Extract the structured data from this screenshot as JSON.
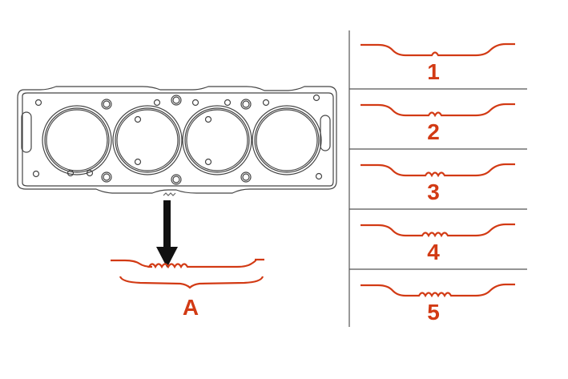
{
  "colors": {
    "profile": "#d23a14",
    "line": "#333333",
    "gasket": "#444444",
    "arrow": "#111111"
  },
  "detail_label": "A",
  "variants": [
    {
      "label": "1",
      "bumps": 1
    },
    {
      "label": "2",
      "bumps": 2
    },
    {
      "label": "3",
      "bumps": 3
    },
    {
      "label": "4",
      "bumps": 4
    },
    {
      "label": "5",
      "bumps": 5
    }
  ],
  "detail_bumps": 6
}
